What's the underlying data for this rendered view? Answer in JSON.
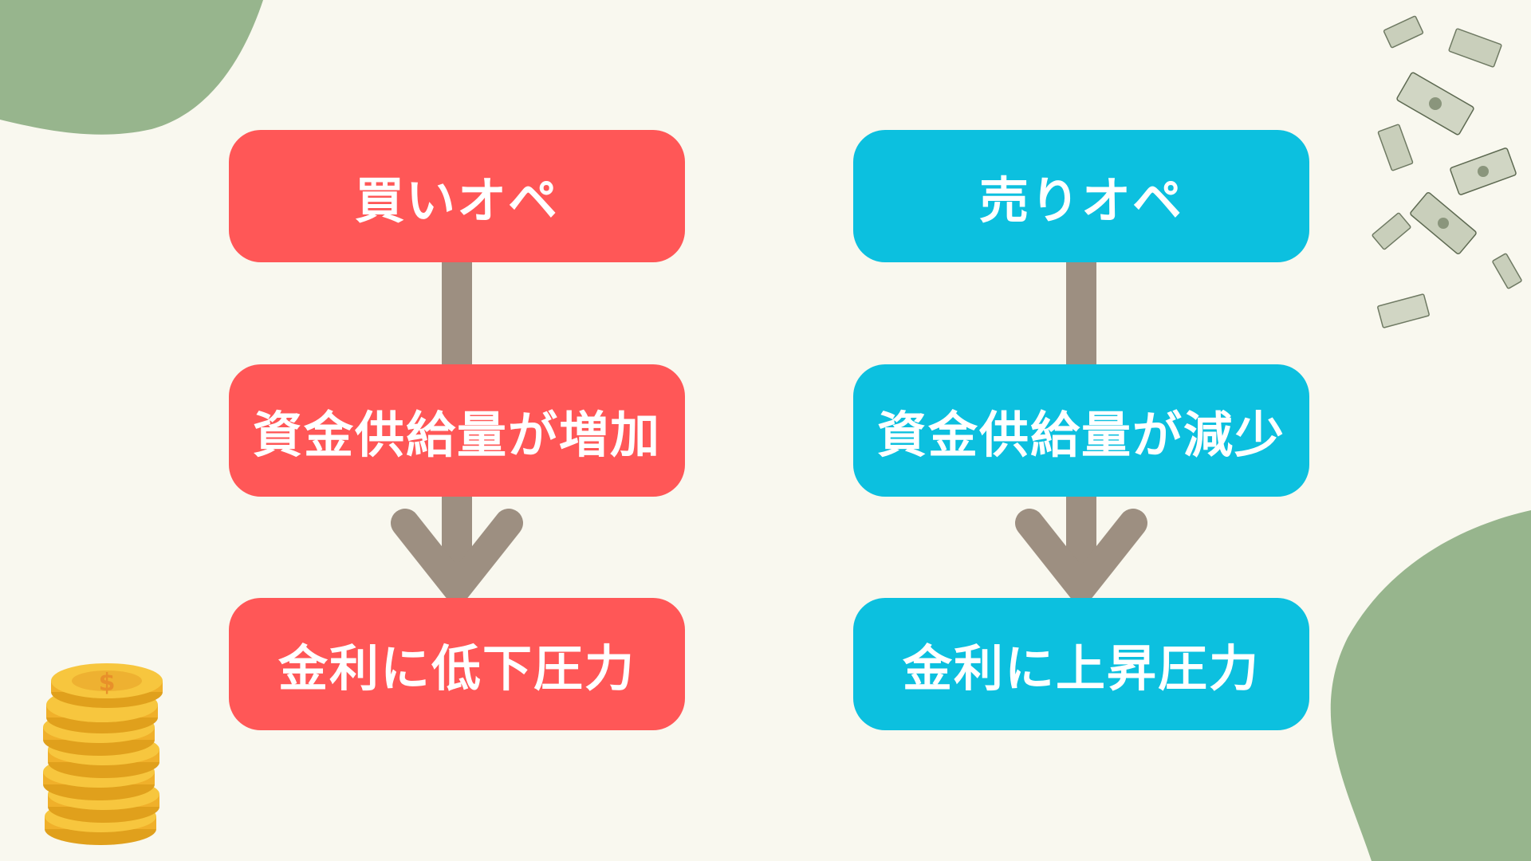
{
  "colors": {
    "background": "#f9f8ef",
    "blob": "#97b58d",
    "buy_box": "#ff5757",
    "sell_box": "#0cc0df",
    "arrow": "#9d8f81",
    "coin": "#f5b82e"
  },
  "flows": {
    "buy": {
      "title": "買いオペ",
      "step": "資金供給量が増加",
      "result": "金利に低下圧力"
    },
    "sell": {
      "title": "売りオペ",
      "step": "資金供給量が減少",
      "result": "金利に上昇圧力"
    }
  },
  "decorations": {
    "coins_symbol": "$"
  }
}
